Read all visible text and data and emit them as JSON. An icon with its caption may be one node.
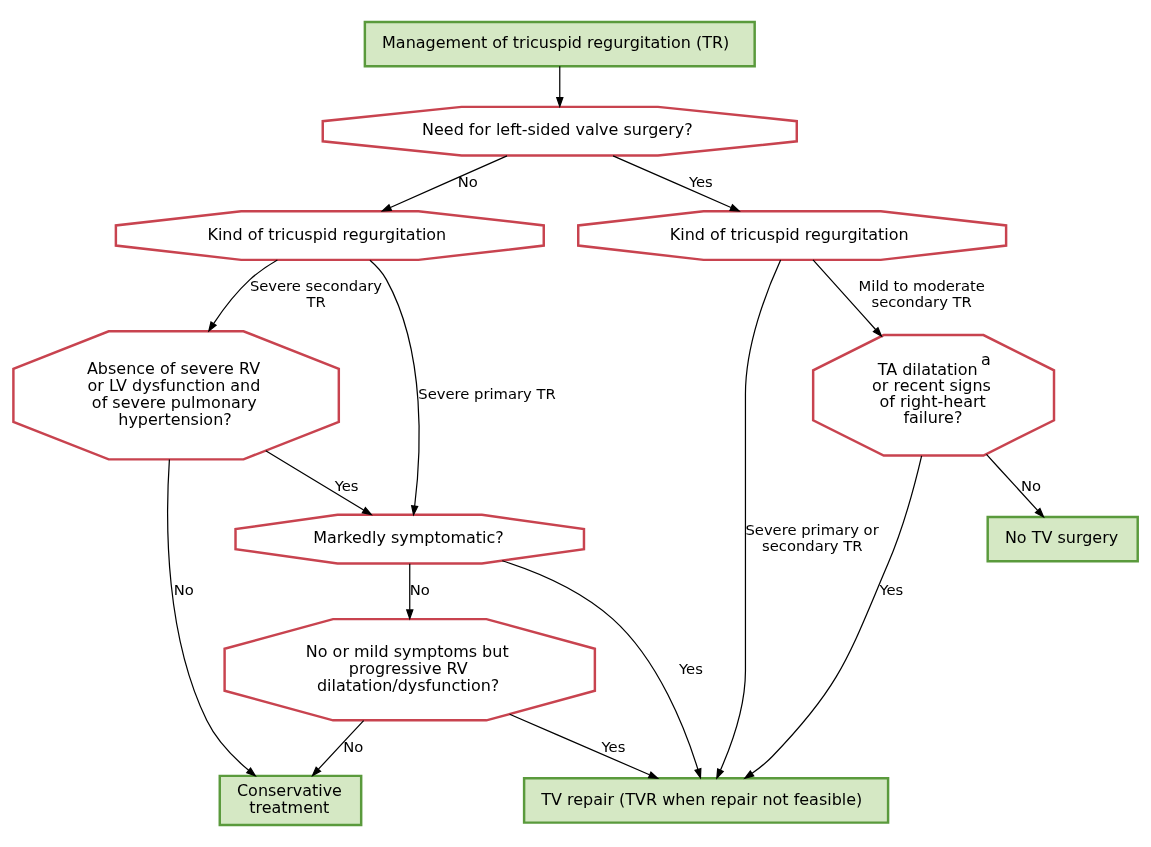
{
  "diagram": {
    "nodes": [
      {
        "text": [
          "Management of tricuspid regurgitation (TR)"
        ]
      },
      {
        "text": [
          "Need for left-sided valve surgery?"
        ]
      },
      {
        "text": [
          "Kind of tricuspid regurgitation"
        ]
      },
      {
        "text": [
          "Kind of tricuspid regurgitation"
        ]
      },
      {
        "text": [
          "Absence of severe RV or LV dysfunction and of severe pulmonary hypertension?"
        ]
      },
      {
        "text": [
          "Markedly symptomatic?"
        ]
      },
      {
        "text": [
          "No or mild symptoms but progressive RV dilatation/dysfunction?"
        ]
      },
      {
        "text": [
          "TA dilatation$^{a}$ or recent signs of right-heart failure?"
        ]
      },
      {
        "text": [
          "No TV surgery"
        ]
      },
      {
        "text": [
          "Conservative treatment"
        ]
      },
      {
        "text": [
          "TV repair (TVR when repair not feasible)"
        ]
      }
    ],
    "edges": [
      {
        "from": 0,
        "to": 1,
        "arrow": "to"
      },
      {
        "from": 1,
        "to": 2,
        "arrow": "to",
        "label": "No"
      },
      {
        "from": 1,
        "to": 3,
        "arrow": "to",
        "label": "Yes"
      },
      {
        "from": 2,
        "to": 4,
        "arrow": "to",
        "label": "Severe secondary TR"
      },
      {
        "from": 2,
        "to": 5,
        "arrow": "to",
        "label": "Severe primary TR"
      },
      {
        "from": 3,
        "to": 7,
        "arrow": "to",
        "label": "Mild to moderate secondary TR"
      },
      {
        "from": 3,
        "to": 10,
        "arrow": "to",
        "label": "Severe primary or secondary TR"
      },
      {
        "from": 4,
        "to": 9,
        "arrow": "to",
        "label": "No"
      },
      {
        "from": 4,
        "to": 5,
        "arrow": "to",
        "label": "Yes"
      },
      {
        "from": 5,
        "to": 6,
        "arrow": "to",
        "label": "No"
      },
      {
        "from": 5,
        "to": 10,
        "arrow": "to",
        "label": "Yes"
      },
      {
        "from": 6,
        "to": 9,
        "arrow": "to",
        "label": "No"
      },
      {
        "from": 6,
        "to": 10,
        "arrow": "to",
        "label": "Yes"
      },
      {
        "from": 7,
        "to": 8,
        "arrow": "to",
        "label": "No"
      },
      {
        "from": 7,
        "to": 10,
        "arrow": "to",
        "label": "Yes"
      }
    ]
  }
}
